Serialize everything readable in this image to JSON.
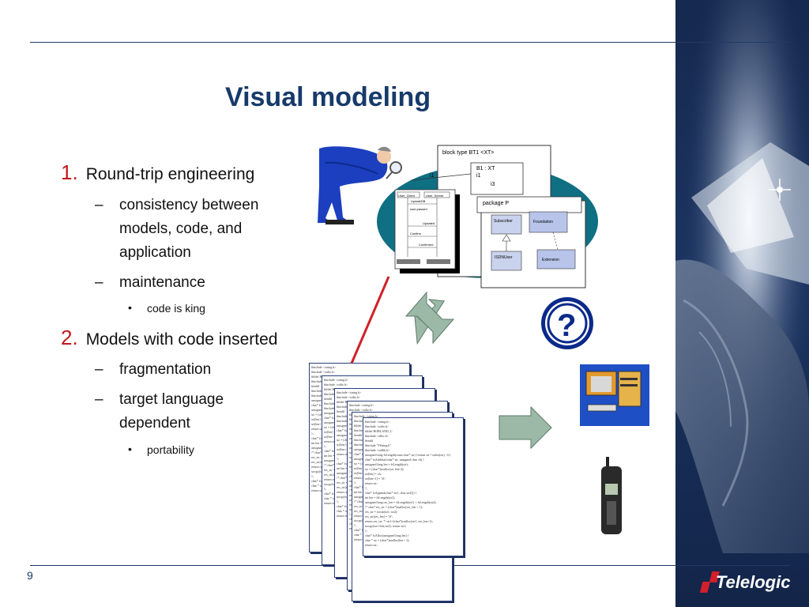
{
  "slide": {
    "title": "Visual modeling",
    "page_number": "9",
    "logo_text": "Telelogic"
  },
  "bullets": {
    "item1": {
      "number": "1.",
      "label": "Round-trip engineering",
      "subitems": [
        {
          "text": "consistency between models, code, and application"
        },
        {
          "text": "maintenance"
        }
      ],
      "subsub": [
        "code is king"
      ]
    },
    "item2": {
      "number": "2.",
      "label": "Models with code inserted",
      "subitems": [
        {
          "text": "fragmentation"
        },
        {
          "text": "target language dependent"
        }
      ],
      "subsub": [
        "portability"
      ]
    },
    "dash": "–",
    "dot": "•"
  },
  "diagram": {
    "block_title": "block type BT1 <XT>",
    "b1": "B1 : XT",
    "i1_a": "i1",
    "i1_b": "i1",
    "i3": "i3",
    "package": "package P",
    "classes": [
      "Subscriber",
      "Foundation",
      "ISDNUser",
      "Extension"
    ],
    "msc_headers": [
      "User_Client",
      "User_Server"
    ],
    "msc_messages": [
      "UpdateDB",
      "user.passed",
      "Updated",
      "Confirm",
      "Confirmed"
    ],
    "code_lines": [
      "#include <string.h>",
      "#include <stdio.h>",
      "#ifdef BORLAND_C",
      "#include <alloc.h>",
      "#endif",
      "#include \"FString.h\"",
      "#include <stdlib.h>",
      "unsigned long fsLength(const char* str) {return str ? strlen(str) : 0;}",
      "char* fsAddchar(char* str, unsigned char ch) {",
      "unsigned long len = fsLength(str);",
      "str = (char*)realloc(str, len+2);",
      "str[len] = ch;",
      "str[len+1] = '\\0';",
      "return str;",
      "};",
      "char* fsAppend(char* str1, char str2[]) {",
      "int len = fsLength(str1);",
      "unsigned long res_len = fsLength(str1) + fsLength(str2);",
      "/* char* res_str = (char*)malloc(res_len + 1);",
      "res_str = strcat(str1, str2);",
      "res_str[res_len] = '\\0';",
      "return res_str; */ str1=(char*)realloc(str1, res_len+1);",
      "strcpy(str1+len,str2); return str1;",
      "};",
      "char* fsAlloc(unsigned long len) {",
      "char * str = (char*)malloc(len + 1);",
      "return str;"
    ]
  },
  "colors": {
    "title": "#163a6a",
    "number": "#c0181c",
    "panel": "#1b3461",
    "arrow": "#8fb3a1",
    "oval": "#0f6f83"
  }
}
